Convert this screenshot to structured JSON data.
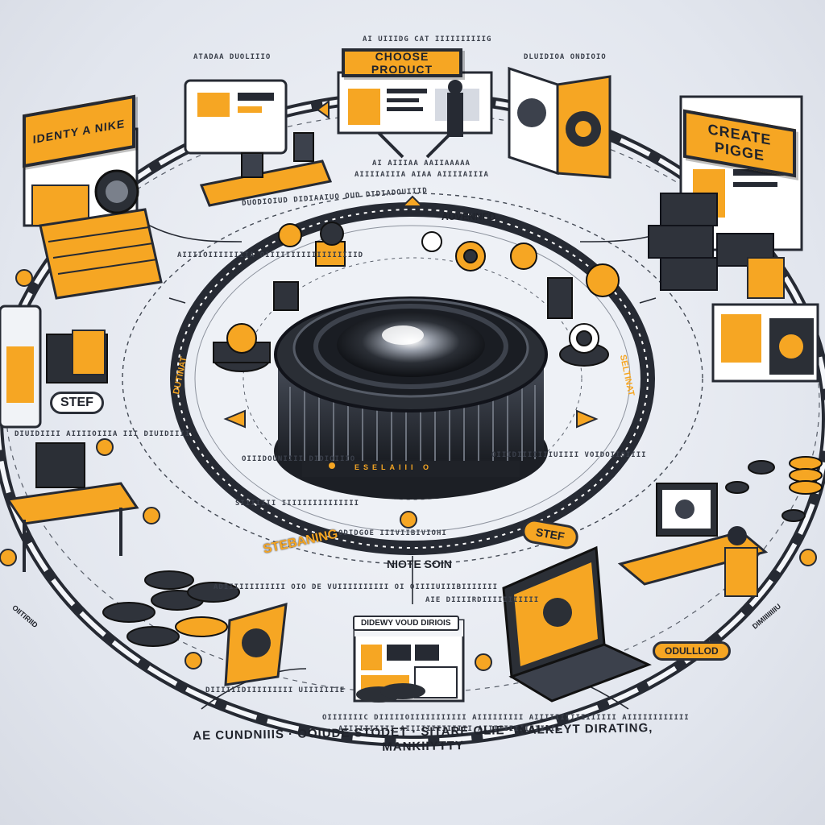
{
  "stations": {
    "identify_niche": "IDENTY A NIKE",
    "choose_product": "CHOOSE PRODUCT",
    "create_page": "CREATE PIGGE",
    "stock_badge": "STEF"
  },
  "ring_labels": {
    "inner_bottom_left": "STEBANING",
    "inner_bottom_right": "STEF",
    "inner_left": "DUTINAT",
    "inner_right": "SELTINAT",
    "top_center": "AUVENNED",
    "center_note": "NIOTE SOIN",
    "lens_band": "ESELAIII O"
  },
  "panels": {
    "bottom_center": "DIDEWY VOUD DIRIOIS",
    "right_badge": "ODULLLOD"
  },
  "outer_edge": {
    "left": "OIITIRIID",
    "right": "DIMIIIIIIIIU"
  },
  "captions": {
    "choose_top": "AI UIIIDG CAT IIIIIIIIIIG",
    "lamp_top": "DLUIDIOA ONDIOIO",
    "left_top": "ATADAA DUOLIIIO",
    "choose_under_1": "AI AIIIAA AAIIAAAAA",
    "choose_under_2": "AIIIIAIIIA AIAA AIIIIAIIIA",
    "arc_top": "DUODIOIUD DIDIAAIUO OUD DIDIADOUIIID",
    "left_mid": "DIUIDIIII AIIIIOIIIA III DIUIDIIII",
    "left_mid2": "OIIIDOUNIIII DIDIOIIIO",
    "pill_mid": "ODIDGOE IIIVIIBIVIOHI",
    "pill_mid2": "OIIIDIIIIIIIUIIII VOIDOIIOIIII",
    "bottom_arc": "ADIIIIIIIIIIII OIO DE VUIIIIIIIIII OI OIIIIUIIIBIIIIIII",
    "bottom_arc2": "AIE DIIIIRDIIIIIIIIIII",
    "bottom_left": "DIIIIIIDIIIIIIIII UIIIIIIIE",
    "bottom_center": "OIIIIIIIC DIIIIIOIIIIIIIIIII AIIIIIIIII AIIIIIIIIIIIIIIII AIIIIIIIIIIII",
    "bottom_center2": "AIIIIIIIIII AIIIIIIIIIIIII AIIIIIIIIIIIIIII",
    "left_low": "AIIIIOIIIIIIIIA OIIIIIIIIIIIIIIIIIID",
    "note_pill": "SIIIIIII IIIIIIIIIIIIIII"
  },
  "footer_banner": "AE CUNDNIIIS · OOIUDE STODET · SITARE OLIE · NALKEYT DIRATING, MANKIIYTTY",
  "colors": {
    "accent": "#f6a623",
    "ink": "#262a33",
    "paper": "#ffffff",
    "steel": "#3c414c"
  }
}
